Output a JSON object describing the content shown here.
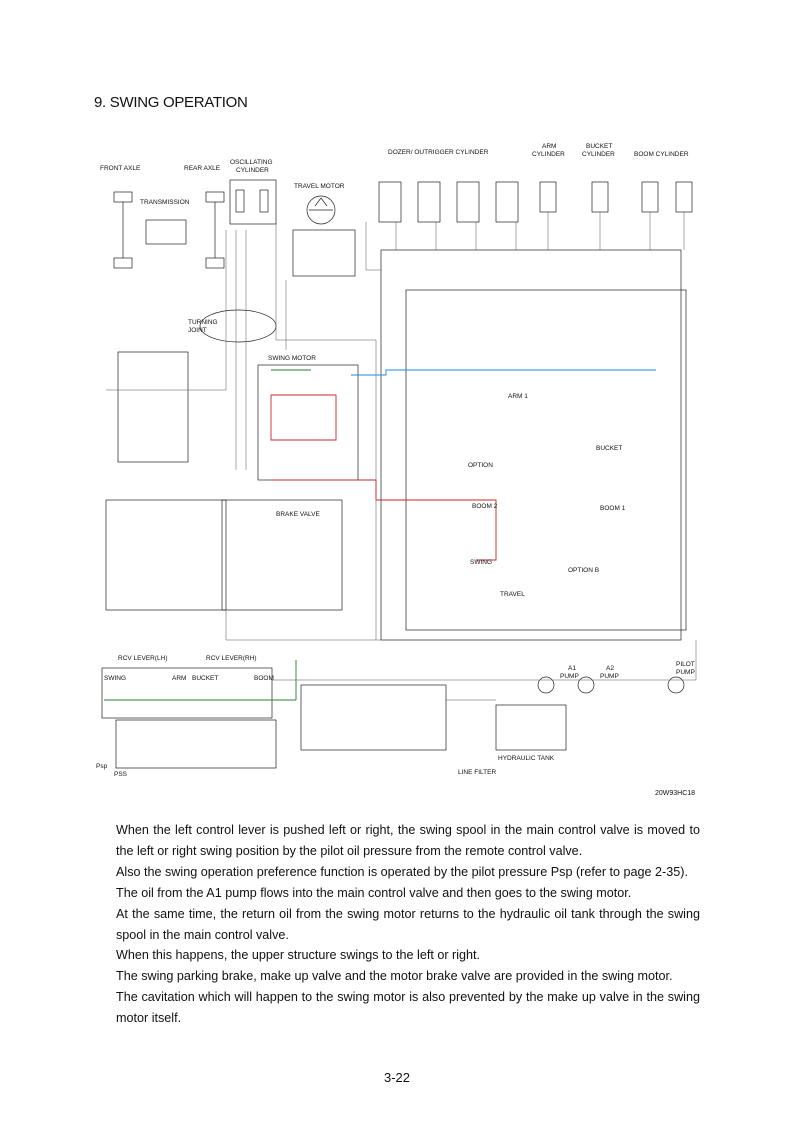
{
  "heading": "9. SWING OPERATION",
  "diagram": {
    "figure_code": "20W93HC18",
    "labels": {
      "front_axle": "FRONT AXLE",
      "rear_axle": "REAR AXLE",
      "oscillating": "OSCILLATING",
      "oscillating_cylinder": "CYLINDER",
      "transmission": "TRANSMISSION",
      "travel_motor": "TRAVEL MOTOR",
      "dozer_outrigger": "DOZER/ OUTRIGGER CYLINDER",
      "arm": "ARM",
      "arm_cylinder": "CYLINDER",
      "bucket": "BUCKET",
      "bucket_cylinder": "CYLINDER",
      "boom_cylinder": "BOOM CYLINDER",
      "turning": "TURNING",
      "turning_joint": "JOINT",
      "swing_motor": "SWING MOTOR",
      "brake_valve": "BRAKE VALVE",
      "arm1": "ARM 1",
      "bucket_spool": "BUCKET",
      "option": "OPTION",
      "boom2": "BOOM 2",
      "boom1": "BOOM 1",
      "swing_spool": "SWING",
      "option_b": "OPTION B",
      "travel_spool": "TRAVEL",
      "rcv_lh": "RCV LEVER(LH)",
      "rcv_rh": "RCV LEVER(RH)",
      "lever_swing": "SWING",
      "lever_arm": "ARM",
      "lever_bucket": "BUCKET",
      "lever_boom": "BOOM",
      "psp": "Psp",
      "pss": "PSS",
      "a1_pump": "A1",
      "a1_pump_sub": "PUMP",
      "a2_pump": "A2",
      "a2_pump_sub": "PUMP",
      "pilot_pump": "PILOT",
      "pilot_pump_sub": "PUMP",
      "hydraulic_tank": "HYDRAULIC TANK",
      "line_filter": "LINE FILTER"
    }
  },
  "paragraphs": [
    "When the left control lever is pushed left or right, the swing spool in the main control valve is moved to the left or right swing position by the pilot oil pressure from the remote control valve.",
    "Also the swing operation preference function is operated by the pilot pressure Psp (refer to page 2-35).",
    "The oil from the A1 pump flows into the main control valve and then goes to the swing motor.",
    "At the same time, the return oil from the swing motor returns to the hydraulic oil tank through the swing spool in the main control valve.",
    "When this happens, the upper structure swings to the left or right.",
    "The swing parking brake, make up valve and the motor brake valve are provided in the swing motor.",
    "The cavitation which will happen to the swing motor is also prevented by the make up valve in the swing motor itself."
  ],
  "page_number": "3-22"
}
